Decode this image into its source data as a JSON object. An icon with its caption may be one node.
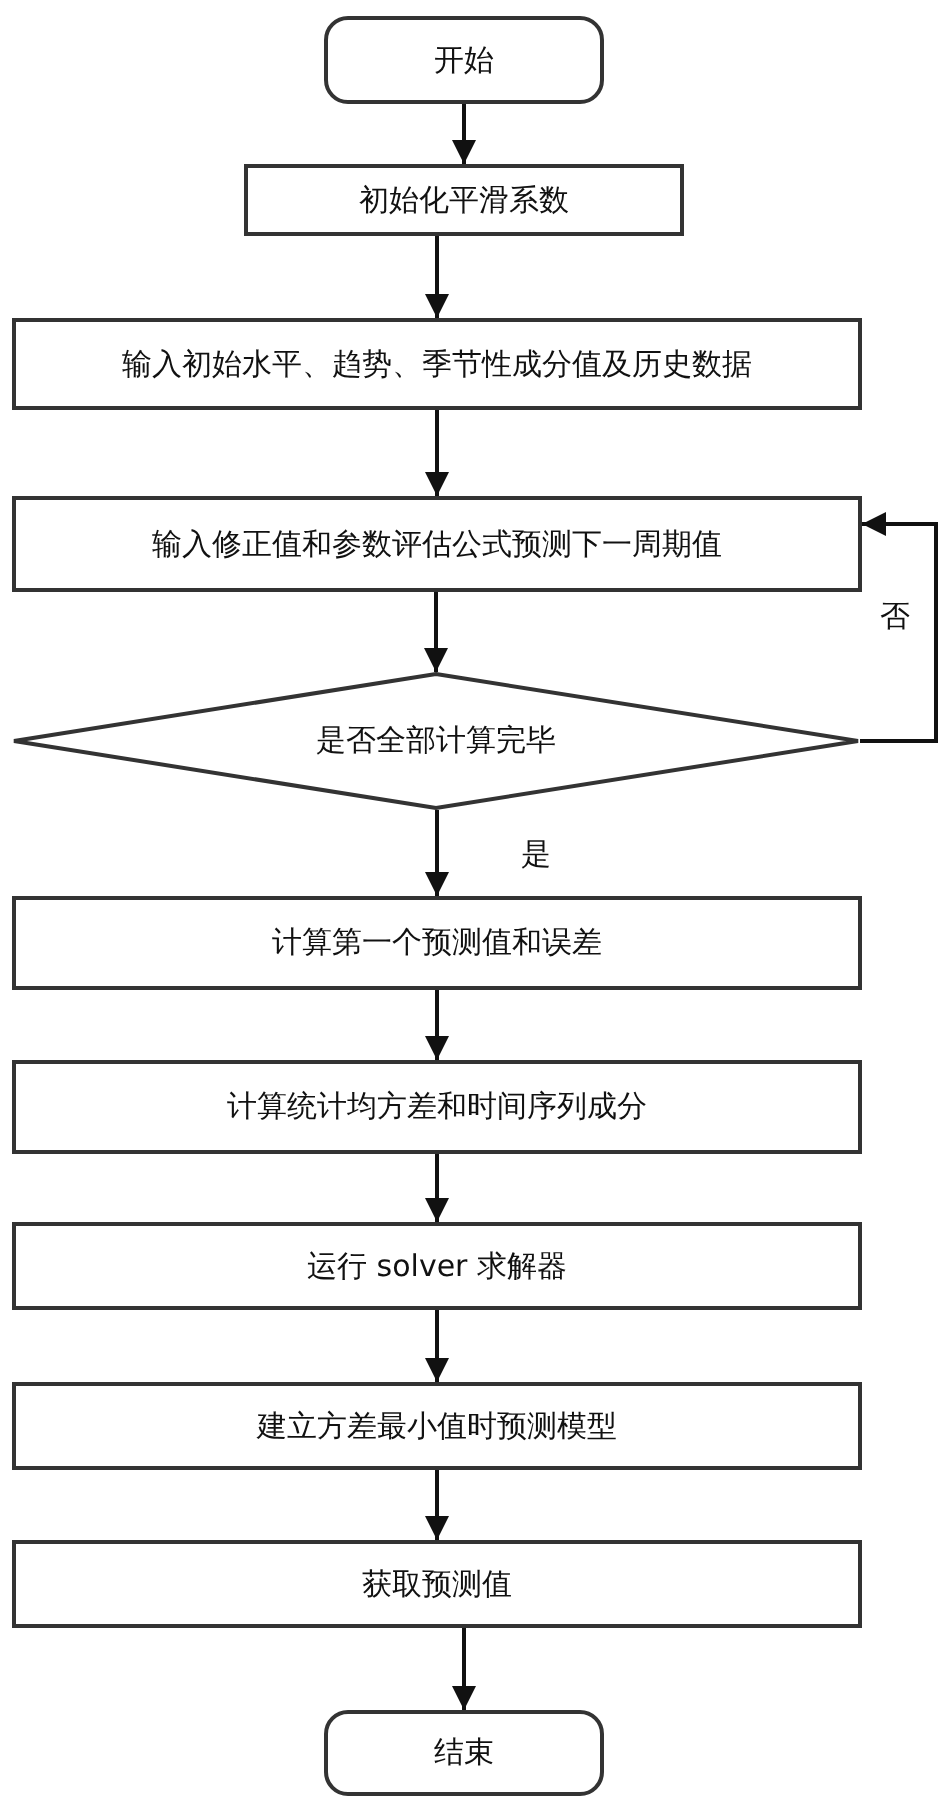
{
  "diagram": {
    "nodes": [
      {
        "text": [
          "开始"
        ]
      },
      {
        "text": [
          "初始化平滑系数"
        ]
      },
      {
        "text": [
          "输入初始水平、趋势、季节性成分值及历史数据"
        ]
      },
      {
        "text": [
          "输入修正值和参数评估公式预测下一周期值"
        ]
      },
      {
        "text": [
          "是否全部计算完毕"
        ]
      },
      {
        "text": [
          "计算第一个预测值和误差"
        ]
      },
      {
        "text": [
          "计算统计均方差和时间序列成分"
        ]
      },
      {
        "text": [
          "运行 solver 求解器"
        ]
      },
      {
        "text": [
          "建立方差最小值时预测模型"
        ]
      },
      {
        "text": [
          "获取预测值"
        ]
      },
      {
        "text": [
          "结束"
        ]
      }
    ],
    "edges": [
      {
        "from": 0,
        "to": 1,
        "arrow": "to"
      },
      {
        "from": 1,
        "to": 2,
        "arrow": "to"
      },
      {
        "from": 2,
        "to": 3,
        "arrow": "to"
      },
      {
        "from": 3,
        "to": 4,
        "arrow": "to"
      },
      {
        "from": 4,
        "to": 3,
        "arrow": "to",
        "label": "否"
      },
      {
        "from": 4,
        "to": 5,
        "arrow": "to",
        "label": "是"
      },
      {
        "from": 5,
        "to": 6,
        "arrow": "to"
      },
      {
        "from": 6,
        "to": 7,
        "arrow": "to"
      },
      {
        "from": 7,
        "to": 8,
        "arrow": "to"
      },
      {
        "from": 8,
        "to": 9,
        "arrow": "to"
      },
      {
        "from": 9,
        "to": 10,
        "arrow": "to"
      }
    ]
  }
}
